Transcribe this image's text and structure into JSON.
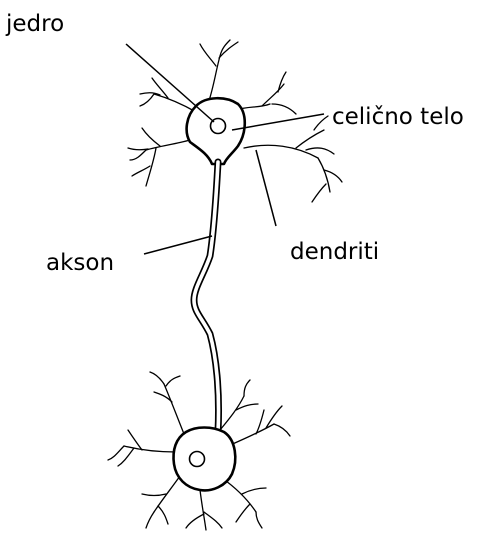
{
  "labels": {
    "nucleus": "jedro",
    "cell_body": "celično telo",
    "axon": "akson",
    "dendrites": "dendriti"
  },
  "colors": {
    "ink": "#000000",
    "membrane_fill": "#ffffff",
    "background": "#ffffff"
  }
}
